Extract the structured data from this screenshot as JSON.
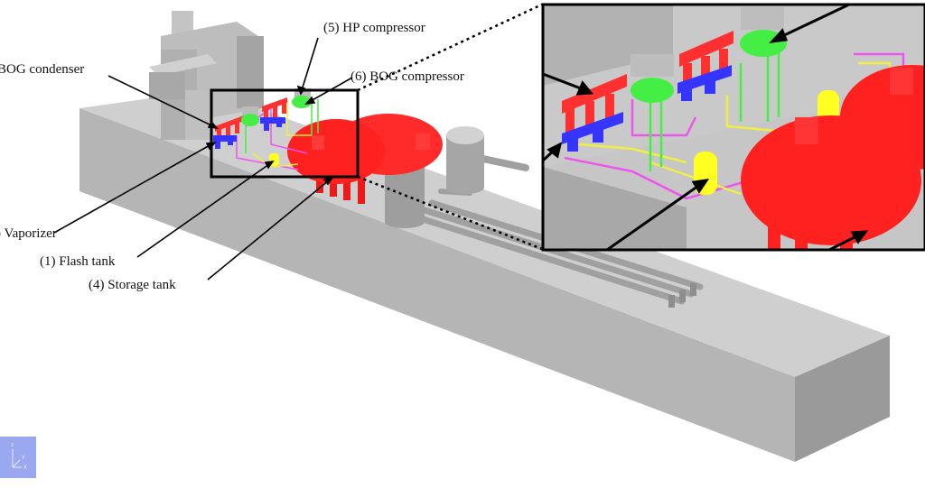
{
  "labels": {
    "bog_condenser": "BOG condenser",
    "hp_compressor": "(5) HP compressor",
    "bog_compressor": "(6) BOG compressor",
    "vaporizer": ") Vaporizer",
    "flash_tank": "(1) Flash tank",
    "storage_tank": "(4) Storage tank"
  },
  "axis": {
    "z": "z",
    "y": "Y",
    "x": "X"
  },
  "colors": {
    "platform_top": "#cfcfcf",
    "platform_side": "#9b9b9b",
    "platform_front": "#b7b7b7",
    "storage_tank": "#ff2020",
    "condenser": "#ff3030",
    "vaporizer": "#3535ff",
    "compressor": "#44ee44",
    "flash_tank": "#ffff22",
    "pipe_magenta": "#ee55ee",
    "pipe_yellow": "#eeee44",
    "axis_box": "#9aa8f0"
  }
}
